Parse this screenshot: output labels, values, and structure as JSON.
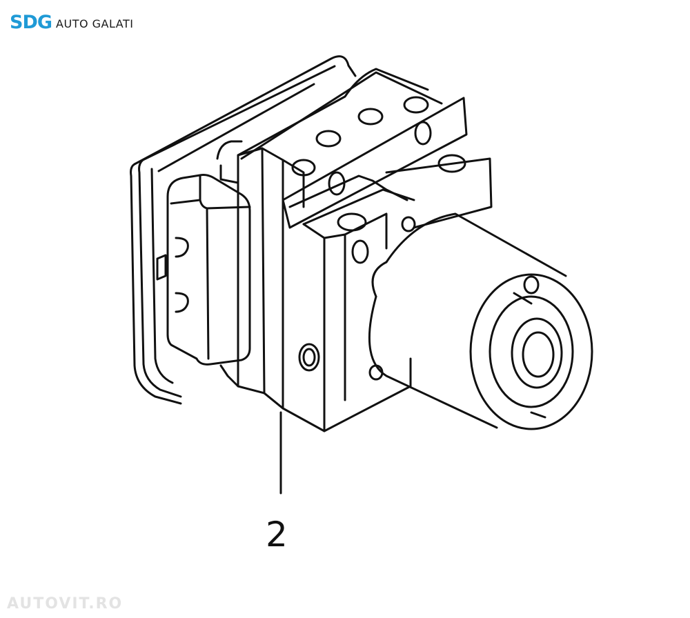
{
  "logo": {
    "mark": "SDG",
    "text": "AUTO GALATI",
    "color": "#1f9ad6"
  },
  "diagram": {
    "callouts": [
      {
        "label": "2"
      }
    ]
  },
  "watermark": {
    "text": "AUTOVIT.RO"
  }
}
